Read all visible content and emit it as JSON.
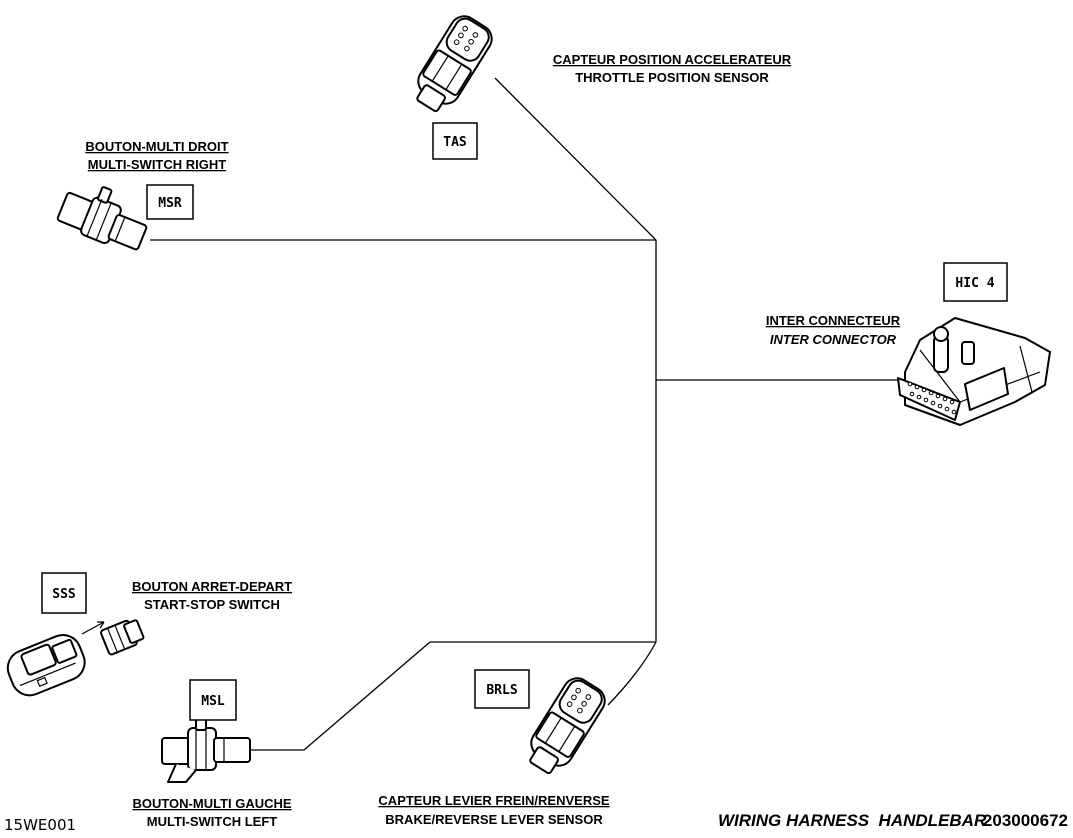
{
  "diagram": {
    "connectors": [
      {
        "id": "tas",
        "tag": "TAS",
        "label_fr": "CAPTEUR POSITION ACCELERATEUR",
        "label_en": "THROTTLE POSITION SENSOR"
      },
      {
        "id": "msr",
        "tag": "MSR",
        "label_fr": "BOUTON-MULTI DROIT",
        "label_en": "MULTI-SWITCH RIGHT"
      },
      {
        "id": "hic4",
        "tag": "HIC 4",
        "label_fr": "INTER CONNECTEUR",
        "label_en": "INTER CONNECTOR"
      },
      {
        "id": "sss",
        "tag": "SSS",
        "label_fr": "BOUTON ARRET-DEPART",
        "label_en": "START-STOP SWITCH"
      },
      {
        "id": "msl",
        "tag": "MSL",
        "label_fr": "BOUTON-MULTI GAUCHE",
        "label_en": "MULTI-SWITCH LEFT"
      },
      {
        "id": "brls",
        "tag": "BRLS",
        "label_fr": "CAPTEUR LEVIER FREIN/RENVERSE",
        "label_en": "BRAKE/REVERSE LEVER SENSOR"
      }
    ]
  },
  "footer": {
    "figure_id": "15WE001",
    "title": "WIRING HARNESS  HANDLEBAR",
    "part_number": "203000672"
  }
}
